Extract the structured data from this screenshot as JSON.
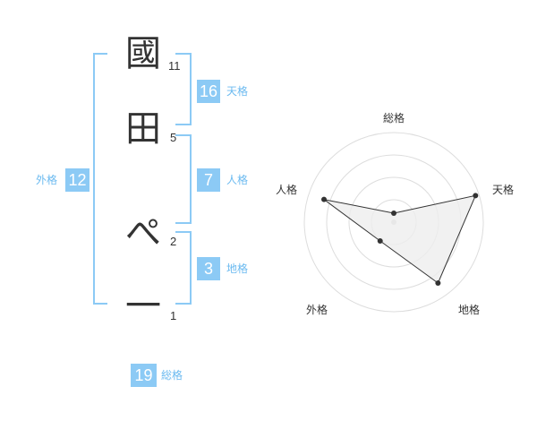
{
  "name_chars": [
    {
      "char": "國",
      "strokes": "11"
    },
    {
      "char": "田",
      "strokes": "5"
    },
    {
      "char": "ぺ",
      "strokes": "2"
    },
    {
      "char": "一",
      "strokes": "1"
    }
  ],
  "fortunes": {
    "tenkaku": {
      "value": "16",
      "label": "天格"
    },
    "jinkaku": {
      "value": "7",
      "label": "人格"
    },
    "chikaku": {
      "value": "3",
      "label": "地格"
    },
    "gaikaku": {
      "value": "12",
      "label": "外格"
    },
    "soukaku": {
      "value": "19",
      "label": "総格"
    }
  },
  "colors": {
    "accent": "#8ccaf5",
    "accent_text": "#6bbaf0",
    "text": "#333333",
    "grid": "#dddddd",
    "fill": "#eeeeee"
  },
  "chart_data": {
    "type": "radar",
    "axes": [
      "総格",
      "天格",
      "地格",
      "外格",
      "人格"
    ],
    "max": 5,
    "rings": 4,
    "values": [
      0.5,
      4.8,
      4.2,
      1.3,
      4.1
    ]
  }
}
